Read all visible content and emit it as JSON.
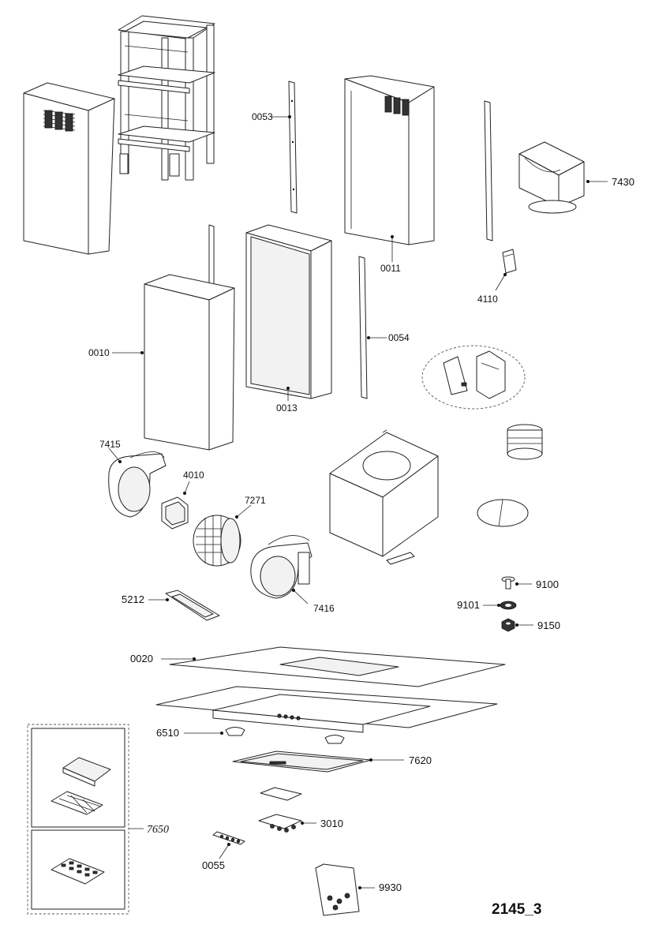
{
  "diagram_id": "2145_3",
  "parts": [
    {
      "code": "0053"
    },
    {
      "code": "0011"
    },
    {
      "code": "7430"
    },
    {
      "code": "4110"
    },
    {
      "code": "0010"
    },
    {
      "code": "0013"
    },
    {
      "code": "0054"
    },
    {
      "code": "7415"
    },
    {
      "code": "4010"
    },
    {
      "code": "7271"
    },
    {
      "code": "7416"
    },
    {
      "code": "5212"
    },
    {
      "code": "9100"
    },
    {
      "code": "9101"
    },
    {
      "code": "9150"
    },
    {
      "code": "0020"
    },
    {
      "code": "6510"
    },
    {
      "code": "7620"
    },
    {
      "code": "3010"
    },
    {
      "code": "0055"
    },
    {
      "code": "9930"
    },
    {
      "code": "7650"
    }
  ]
}
